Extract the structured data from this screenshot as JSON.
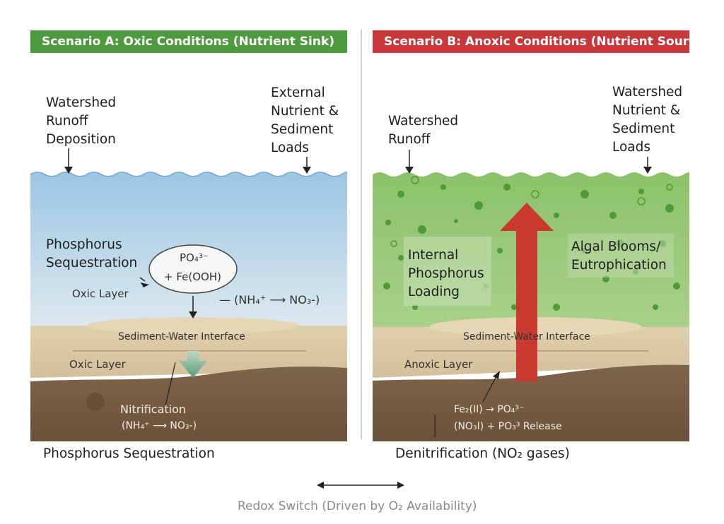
{
  "scenario_a": {
    "banner": "Scenario A: Oxic Conditions (Nutrient Sink)",
    "banner_color": "#4e9a3e",
    "label_left": "Watershed\nRunoff\nDeposition",
    "label_right": "External\nNutrient &\nSediment\nLoads",
    "phos_label": "Phosphorus\nSequestration",
    "oval_line1": "PO₄³⁻",
    "oval_line2": "+ Fe(OOH)",
    "oxic_layer_water": "Oxic Layer",
    "nitrogen_conversion": "— (NH₄⁺ ⟶ NO₃-)",
    "interface": "Sediment-Water Interface",
    "oxic_layer_sediment": "Oxic Layer",
    "nitrification": "Nitrification",
    "nitrification_formula": "(NH₄⁺ ⟶ NO₃-)",
    "bottom_caption": "Phosphorus Sequestration"
  },
  "scenario_b": {
    "banner": "Scenario B: Anoxic Conditions (Nutrient Source)",
    "banner_color": "#c8373a",
    "label_left": "Watershed\nRunoff",
    "label_right": "Watershed\nNutrient &\nSediment\nLoads",
    "internal_loading": "Internal\nPhosphorus\nLoading",
    "algal": "Algal Blooms/\nEutrophication",
    "interface": "Sediment-Water Interface",
    "anoxic_layer": "Anoxic Layer",
    "release_line1": "Fe₂(II)   → PO₄³⁻",
    "release_line2": "(NO₃I) + PO₃³ Release",
    "bottom_caption": "Denitrification (NO₂ gases)"
  },
  "footer": {
    "redox_switch": "Redox Switch (Driven by  O₂ Availability)"
  },
  "colors": {
    "water_a": "#a9cde6",
    "water_b": "#8fc46f",
    "sand": "#d9c7a6",
    "mud": "#7a5c42",
    "red_arrow": "#c83a2f"
  }
}
